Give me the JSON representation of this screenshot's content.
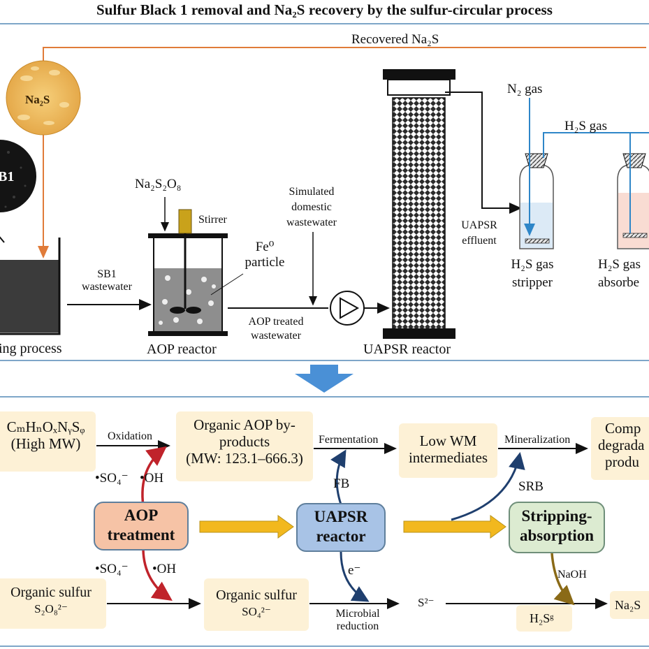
{
  "title": "Sulfur Black 1 removal and Na₂S recovery by the sulfur-circular process",
  "top": {
    "recovered_label": "Recovered Na₂S",
    "na2s_circle": "Na₂S",
    "sb1_circle": "B1",
    "dyeing_label": "ing process",
    "sb1_wastewater": [
      "SB1",
      "wastewater"
    ],
    "persulfate": "Na₂S₂O₈",
    "stirrer": "Stirrer",
    "fe_particle": [
      "Fe⁰",
      "particle"
    ],
    "aop_reactor": "AOP reactor",
    "simulated": [
      "Simulated",
      "domestic",
      "wastewater"
    ],
    "aop_treated": [
      "AOP treated",
      "wastewater"
    ],
    "uapsr_reactor": "UAPSR reactor",
    "uapsr_effluent": [
      "UAPSR",
      "effluent"
    ],
    "n2_gas": "N₂ gas",
    "h2s_gas": "H₂S gas",
    "stripper": [
      "H₂S gas",
      "stripper"
    ],
    "absorber": [
      "H₂S gas",
      "absorbe"
    ]
  },
  "bottom": {
    "compound": [
      "CₘHₙOₓNᵧSᵩ",
      "(High MW)"
    ],
    "oxidation": "Oxidation",
    "byproducts": [
      "Organic AOP by-",
      "products",
      "(MW: 123.1–666.3)"
    ],
    "fermentation": "Fermentation",
    "low_wm": [
      "Low WM",
      "intermediates"
    ],
    "mineralization": "Mineralization",
    "complete": [
      "Comp",
      "degrada",
      "produ"
    ],
    "radicals_top": [
      "•SO₄⁻",
      "•OH"
    ],
    "radicals_bottom": [
      "•SO₄⁻",
      "•OH"
    ],
    "fb": "FB",
    "srb": "SRB",
    "aop_treatment": [
      "AOP",
      "treatment"
    ],
    "uapsr": [
      "UAPSR",
      "reactor"
    ],
    "stripping": [
      "Stripping-",
      "absorption"
    ],
    "electron": "e⁻",
    "org_sulfur_left": [
      "Organic sulfur",
      "S₂O₈²⁻"
    ],
    "org_sulfur_mid": [
      "Organic sulfur",
      "SO₄²⁻"
    ],
    "microbial": [
      "Microbial",
      "reduction"
    ],
    "s2": "S²⁻",
    "naoh": "NaOH",
    "h2s_g": "H₂Sᵍ",
    "na2s_end": "Na₂S"
  },
  "colors": {
    "panel_border": "#7ea6c8",
    "recovery_line": "#e07b39",
    "gas_line": "#2e86c8",
    "aop_arrow": "#c0232b",
    "bio_arrow": "#1f3f6e",
    "naoh_arrow": "#8a6a17",
    "flow_arrow": "#f2b81e",
    "down_arrow": "#4a90d6",
    "box_fill": "#fdf1d6"
  },
  "icons": [
    "na2s-crystals-icon",
    "sb1-powder-icon",
    "pump-icon",
    "stirrer-icon",
    "gas-diffuser-icon"
  ]
}
